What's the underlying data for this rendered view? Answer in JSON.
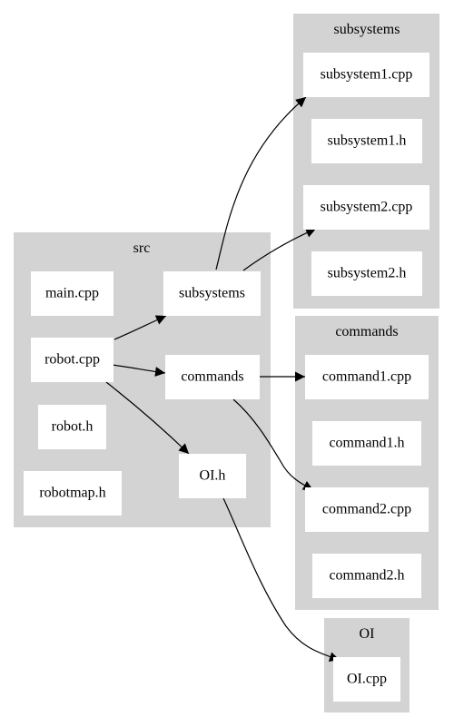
{
  "diagram": {
    "clusters": {
      "src": "src",
      "subsystems": "subsystems",
      "commands": "commands",
      "oi": "OI"
    },
    "nodes": {
      "main_cpp": "main.cpp",
      "robot_cpp": "robot.cpp",
      "robot_h": "robot.h",
      "robotmap_h": "robotmap.h",
      "subsystems": "subsystems",
      "commands": "commands",
      "oi_h": "OI.h",
      "subsystem1_cpp": "subsystem1.cpp",
      "subsystem1_h": "subsystem1.h",
      "subsystem2_cpp": "subsystem2.cpp",
      "subsystem2_h": "subsystem2.h",
      "command1_cpp": "command1.cpp",
      "command1_h": "command1.h",
      "command2_cpp": "command2.cpp",
      "command2_h": "command2.h",
      "oi_cpp": "OI.cpp"
    },
    "edges": [
      {
        "from": "robot.cpp",
        "to": "subsystems"
      },
      {
        "from": "robot.cpp",
        "to": "commands"
      },
      {
        "from": "robot.cpp",
        "to": "OI.h"
      },
      {
        "from": "subsystems",
        "to": "subsystem1.cpp"
      },
      {
        "from": "subsystems",
        "to": "subsystem2.cpp"
      },
      {
        "from": "commands",
        "to": "command1.cpp"
      },
      {
        "from": "commands",
        "to": "command2.cpp"
      },
      {
        "from": "OI.h",
        "to": "OI.cpp"
      }
    ],
    "colors": {
      "cluster_fill": "#d3d3d3",
      "node_fill": "#ffffff",
      "edge": "#000000"
    }
  }
}
